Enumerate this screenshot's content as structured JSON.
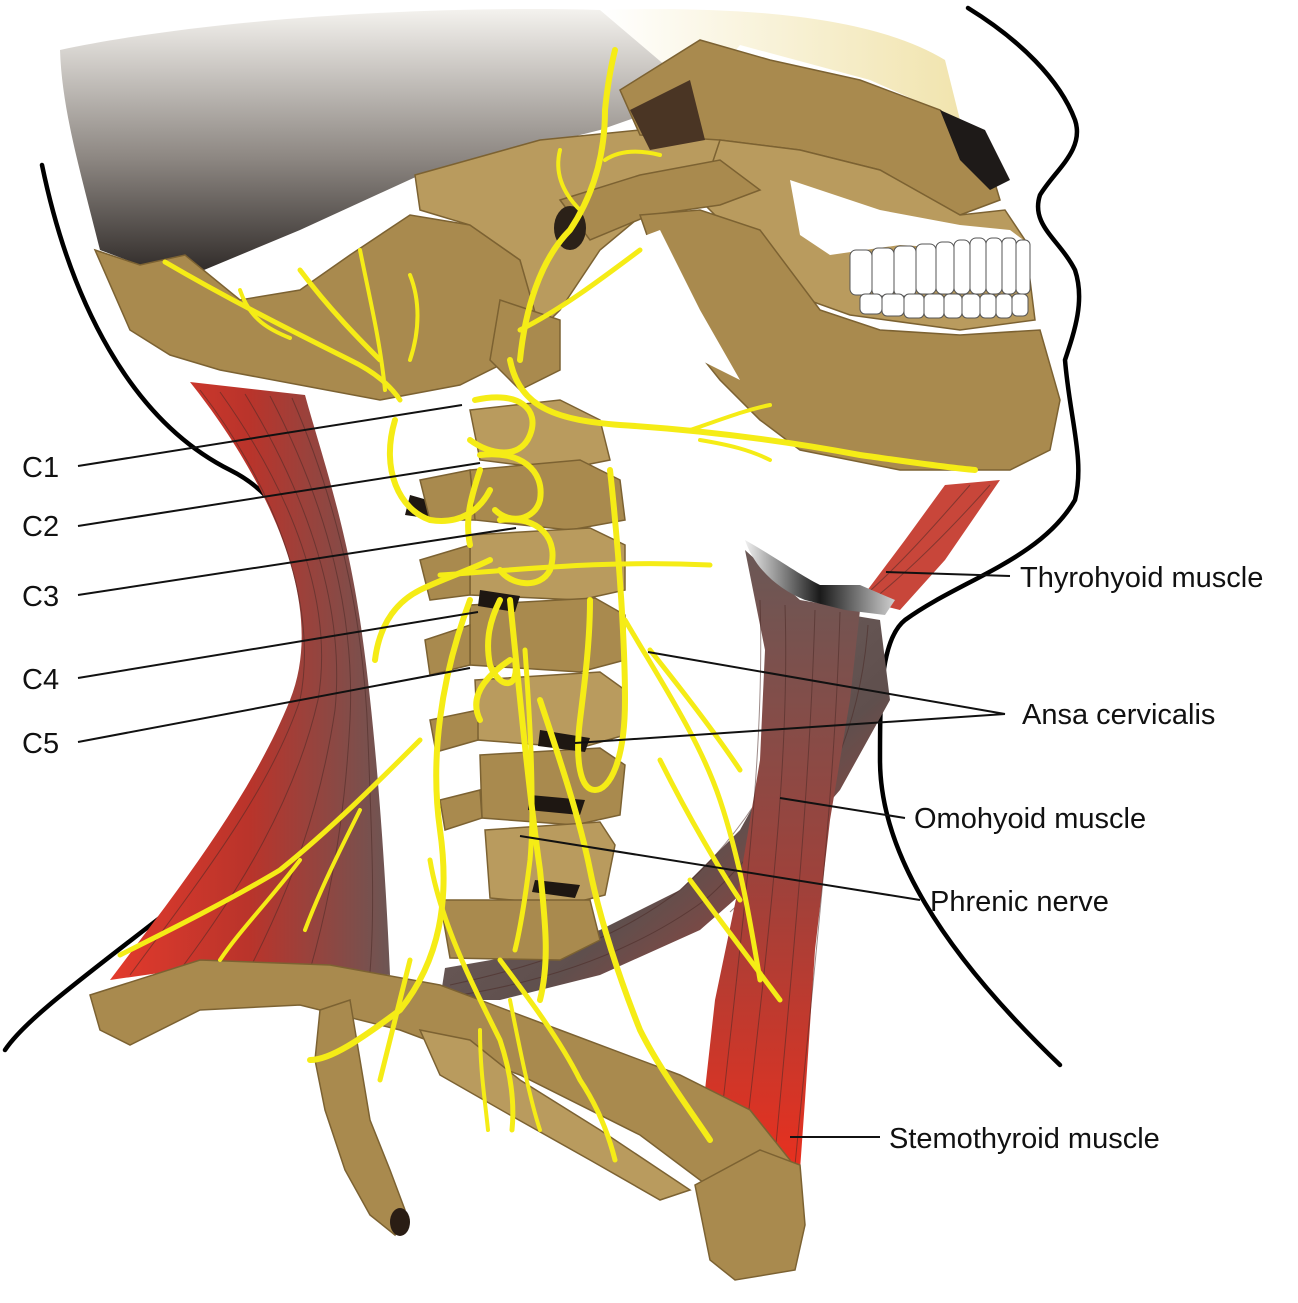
{
  "labels": {
    "c1": "C1",
    "c2": "C2",
    "c3": "C3",
    "c4": "C4",
    "c5": "C5",
    "thyrohyoid": "Thyrohyoid muscle",
    "ansa": "Ansa cervicalis",
    "omohyoid": "Omohyoid muscle",
    "phrenic": "Phrenic nerve",
    "sternothyroid": "Stemothyroid muscle"
  },
  "colors": {
    "nerve": "#f5ec16",
    "bone": "#a98a4e",
    "muscle_red": "#d8342a",
    "muscle_gray": "#6b5a58",
    "skin_outline": "#000000"
  }
}
